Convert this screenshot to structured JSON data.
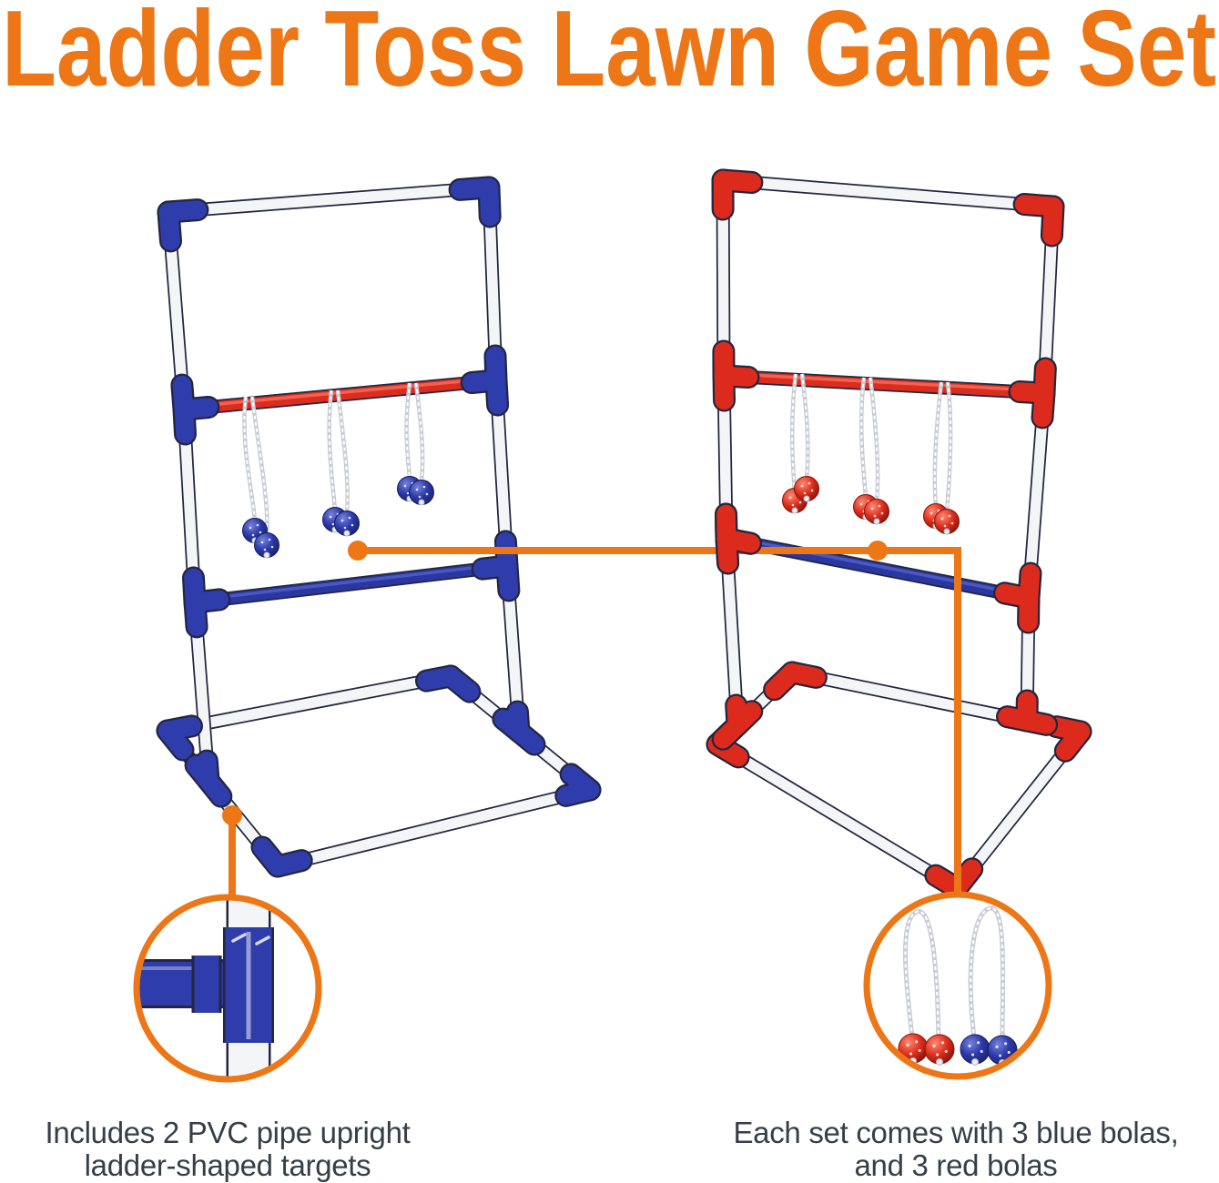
{
  "title": "Ladder Toss Lawn Game Set",
  "callouts": {
    "left": {
      "lines": [
        "Includes 2 PVC pipe upright",
        "ladder-shaped targets"
      ],
      "depicts": "pvc-tee-joint-closeup"
    },
    "right": {
      "lines": [
        "Each set comes with 3 blue bolas,",
        "and 3 red bolas"
      ],
      "depicts": "red-and-blue-bolas-closeup"
    }
  },
  "scene": {
    "ladders": [
      {
        "side": "left",
        "fitting_color": "blue",
        "rungs": [
          "white",
          "red",
          "blue"
        ],
        "bolas": {
          "color": "blue",
          "count_shown": 3
        }
      },
      {
        "side": "right",
        "fitting_color": "red",
        "rungs": [
          "white",
          "red",
          "blue"
        ],
        "bolas": {
          "color": "red",
          "count_shown": 3
        }
      }
    ]
  },
  "colors": {
    "accent_orange": "#ED7616",
    "fitting_blue": "#2E3DAB",
    "fitting_red": "#DC2B1C",
    "rung_blue": "#2A37A0",
    "rung_red": "#D92E1F",
    "ball_blue": "#27339A",
    "ball_red": "#D82A1C",
    "pipe_white": "#F4F5F7",
    "outline_ink": "#23263F",
    "caption_text": "#363E48",
    "background": "#FFFFFF"
  }
}
